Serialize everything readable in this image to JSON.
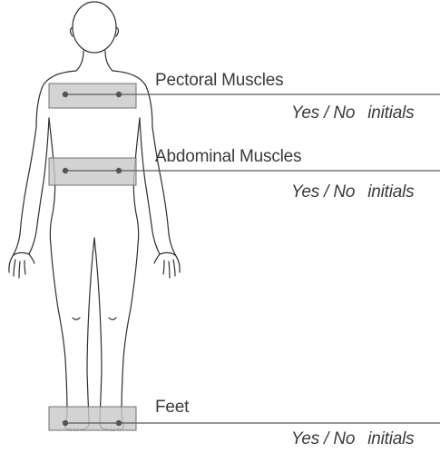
{
  "regions": [
    {
      "id": "pectoral",
      "label": "Pectoral Muscles",
      "yes_no": "Yes / No",
      "initials": "initials"
    },
    {
      "id": "abdominal",
      "label": "Abdominal Muscles",
      "yes_no": "Yes / No",
      "initials": "initials"
    },
    {
      "id": "feet",
      "label": "Feet",
      "yes_no": "Yes / No",
      "initials": "initials"
    }
  ],
  "colors": {
    "outline": "#2f2f2f",
    "region_fill": "#c8c8c8",
    "region_stroke": "#707070",
    "leader_line": "#5a5a5a",
    "marker": "#555555",
    "text": "#3a3a3a"
  },
  "icons": {
    "figure": "human-body-outline",
    "marker": "dot-marker"
  }
}
